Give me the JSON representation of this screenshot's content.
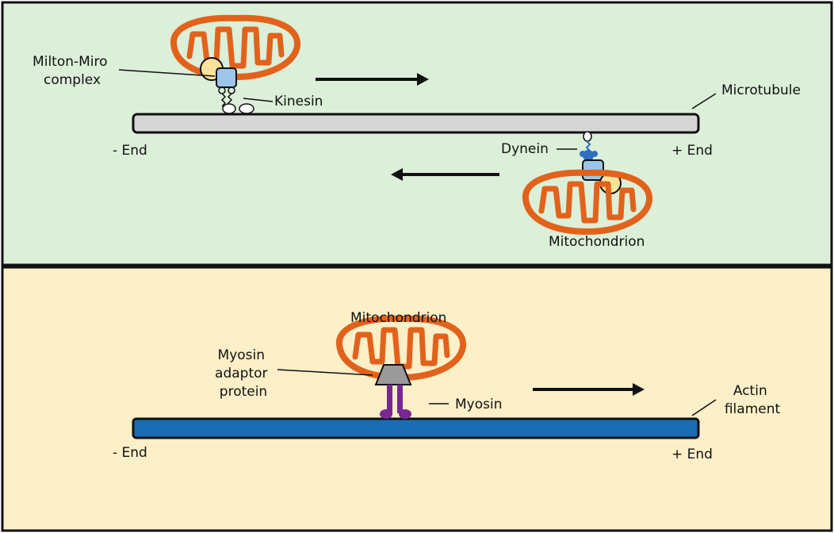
{
  "colors": {
    "top_panel_bg": "#dcefd9",
    "bottom_panel_bg": "#fdefc8",
    "border": "#111111",
    "microtubule": "#d6d6d6",
    "actin": "#1a6db4",
    "mitochondrion": "#e2621b",
    "milton_miro": "#fbe39a",
    "motor_adaptor": "#9bc6ea",
    "dynein": "#2f6fc2",
    "myosin": "#7a2794",
    "myosin_adaptor": "#9a9a9a"
  },
  "top_panel": {
    "labels": {
      "milton_miro": "Milton-Miro\ncomplex",
      "kinesin": "Kinesin",
      "microtubule": "Microtubule",
      "minus_end": "- End",
      "plus_end": "+ End",
      "dynein": "Dynein",
      "mitochondrion": "Mitochondrion"
    },
    "icons": {
      "arrow_right": "right-arrow-icon",
      "arrow_left": "left-arrow-icon"
    }
  },
  "bottom_panel": {
    "labels": {
      "mitochondrion": "Mitochondrion",
      "myosin_adaptor": "Myosin\nadaptor\nprotein",
      "myosin": "Myosin",
      "actin": "Actin\nfilament",
      "minus_end": "- End",
      "plus_end": "+ End"
    },
    "icons": {
      "arrow_right": "right-arrow-icon"
    }
  }
}
